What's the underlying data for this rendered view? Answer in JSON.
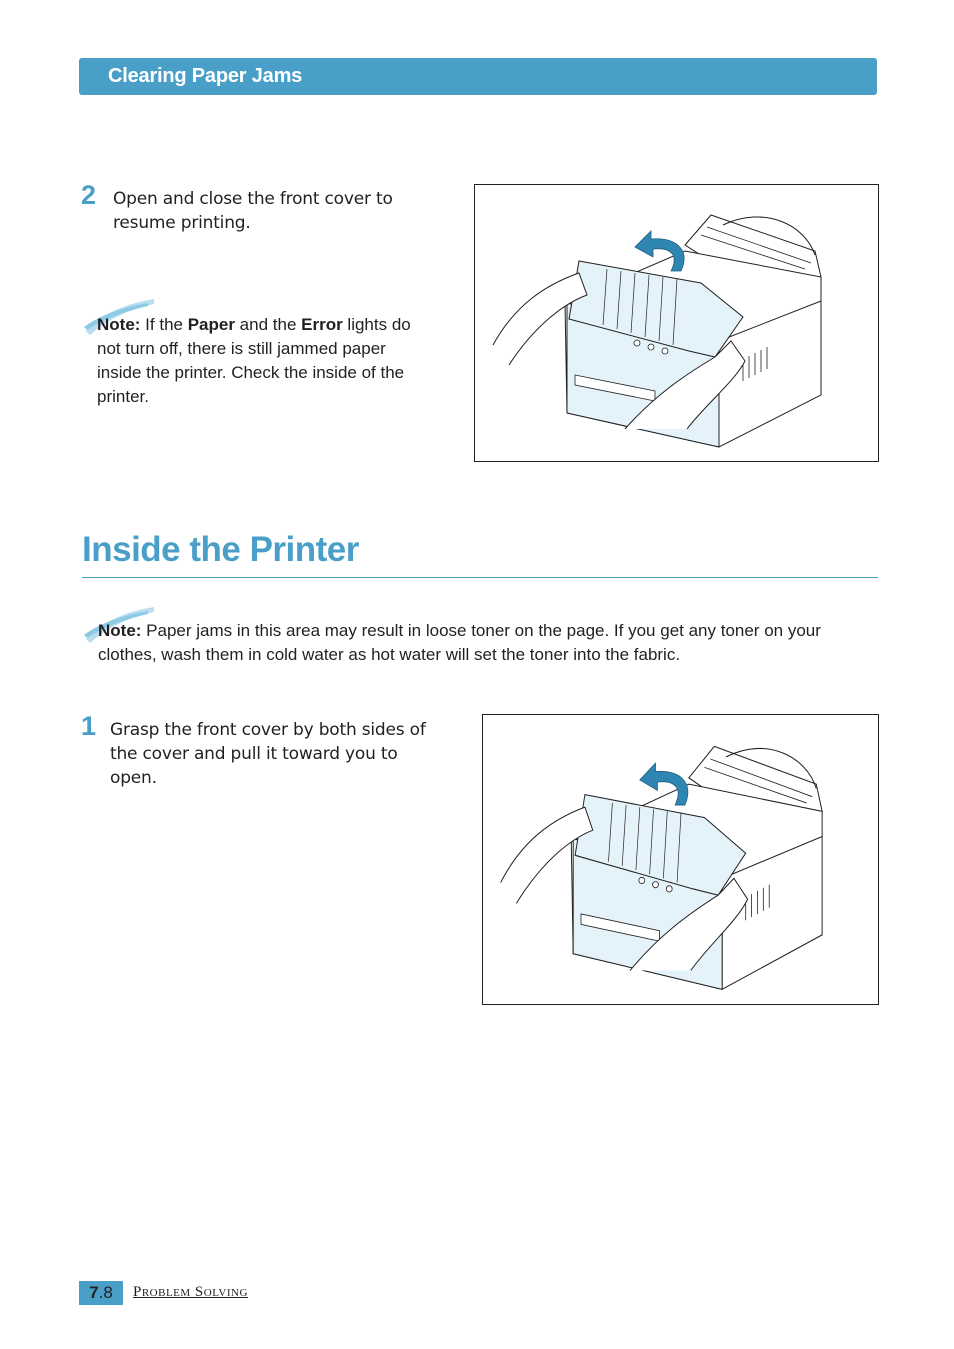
{
  "header": {
    "title": "Clearing Paper Jams"
  },
  "step2": {
    "number": "2",
    "text": "Open and close the front cover to resume printing."
  },
  "note1": {
    "label": "Note:",
    "t1": " If the ",
    "paper": "Paper",
    "t2": " and the ",
    "error": "Error",
    "t3": " lights do not turn off, there is still jammed paper inside the printer. Check the inside of the printer."
  },
  "section": {
    "title": "Inside the Printer"
  },
  "note2": {
    "label": "Note:",
    "text": " Paper jams in this area may result in loose toner on the page. If you get any toner on your clothes, wash them in cold water as hot water will set the toner into the fabric."
  },
  "step1": {
    "number": "1",
    "text": "Grasp the front cover by both sides of the cover and pull it toward you to open."
  },
  "footer": {
    "chapter": "7",
    "page": ".8",
    "label": "Problem Solving"
  },
  "colors": {
    "accent": "#4a9fc8",
    "printer_fill": "#e3f3f9",
    "arrow": "#2f86b2"
  }
}
